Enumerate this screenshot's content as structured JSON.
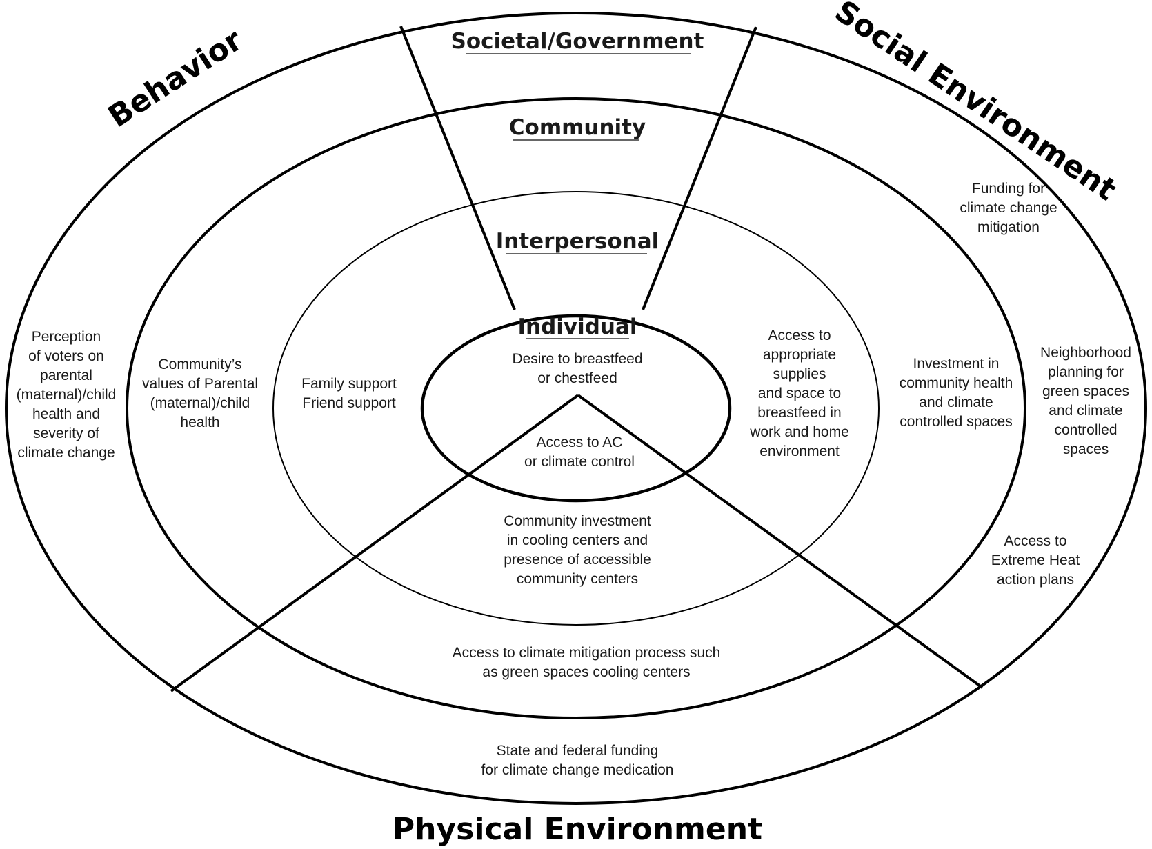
{
  "sectors": {
    "behavior": "Behavior",
    "social_environment": "Social Environment",
    "physical_environment": "Physical Environment"
  },
  "levels": {
    "societal": "Societal/Government",
    "community": "Community",
    "interpersonal": "Interpersonal",
    "individual": "Individual"
  },
  "behavior": {
    "societal": [
      "Perception",
      "of voters on",
      "parental",
      "(maternal)/child",
      "health and",
      "severity of",
      "climate change"
    ],
    "community": [
      "Community’s",
      "values of Parental",
      "(maternal)/child",
      "health"
    ],
    "interpersonal": [
      "Family support",
      "Friend support"
    ],
    "individual": [
      "Desire to breastfeed",
      "or chestfeed"
    ]
  },
  "social_environment": {
    "societal_top": [
      "Funding for",
      "climate change",
      "mitigation"
    ],
    "interpersonal": [
      "Access to",
      "appropriate",
      "supplies",
      "and space to",
      "breastfeed in",
      "work and home",
      "environment"
    ],
    "community": [
      "Investment in",
      "community health",
      "and climate",
      "controlled spaces"
    ],
    "societal_mid": [
      "Neighborhood",
      "planning for",
      "green spaces",
      "and climate",
      "controlled",
      "spaces"
    ],
    "societal_low": [
      "Access to",
      "Extreme Heat",
      "action plans"
    ]
  },
  "physical_environment": {
    "individual": [
      "Access to AC",
      "or climate control"
    ],
    "interpersonal": [
      "Community investment",
      "in cooling centers and",
      "presence of accessible",
      "community centers"
    ],
    "community": [
      "Access to climate mitigation process such",
      "as green spaces cooling centers"
    ],
    "societal": [
      "State and federal funding",
      "for climate change medication"
    ]
  }
}
